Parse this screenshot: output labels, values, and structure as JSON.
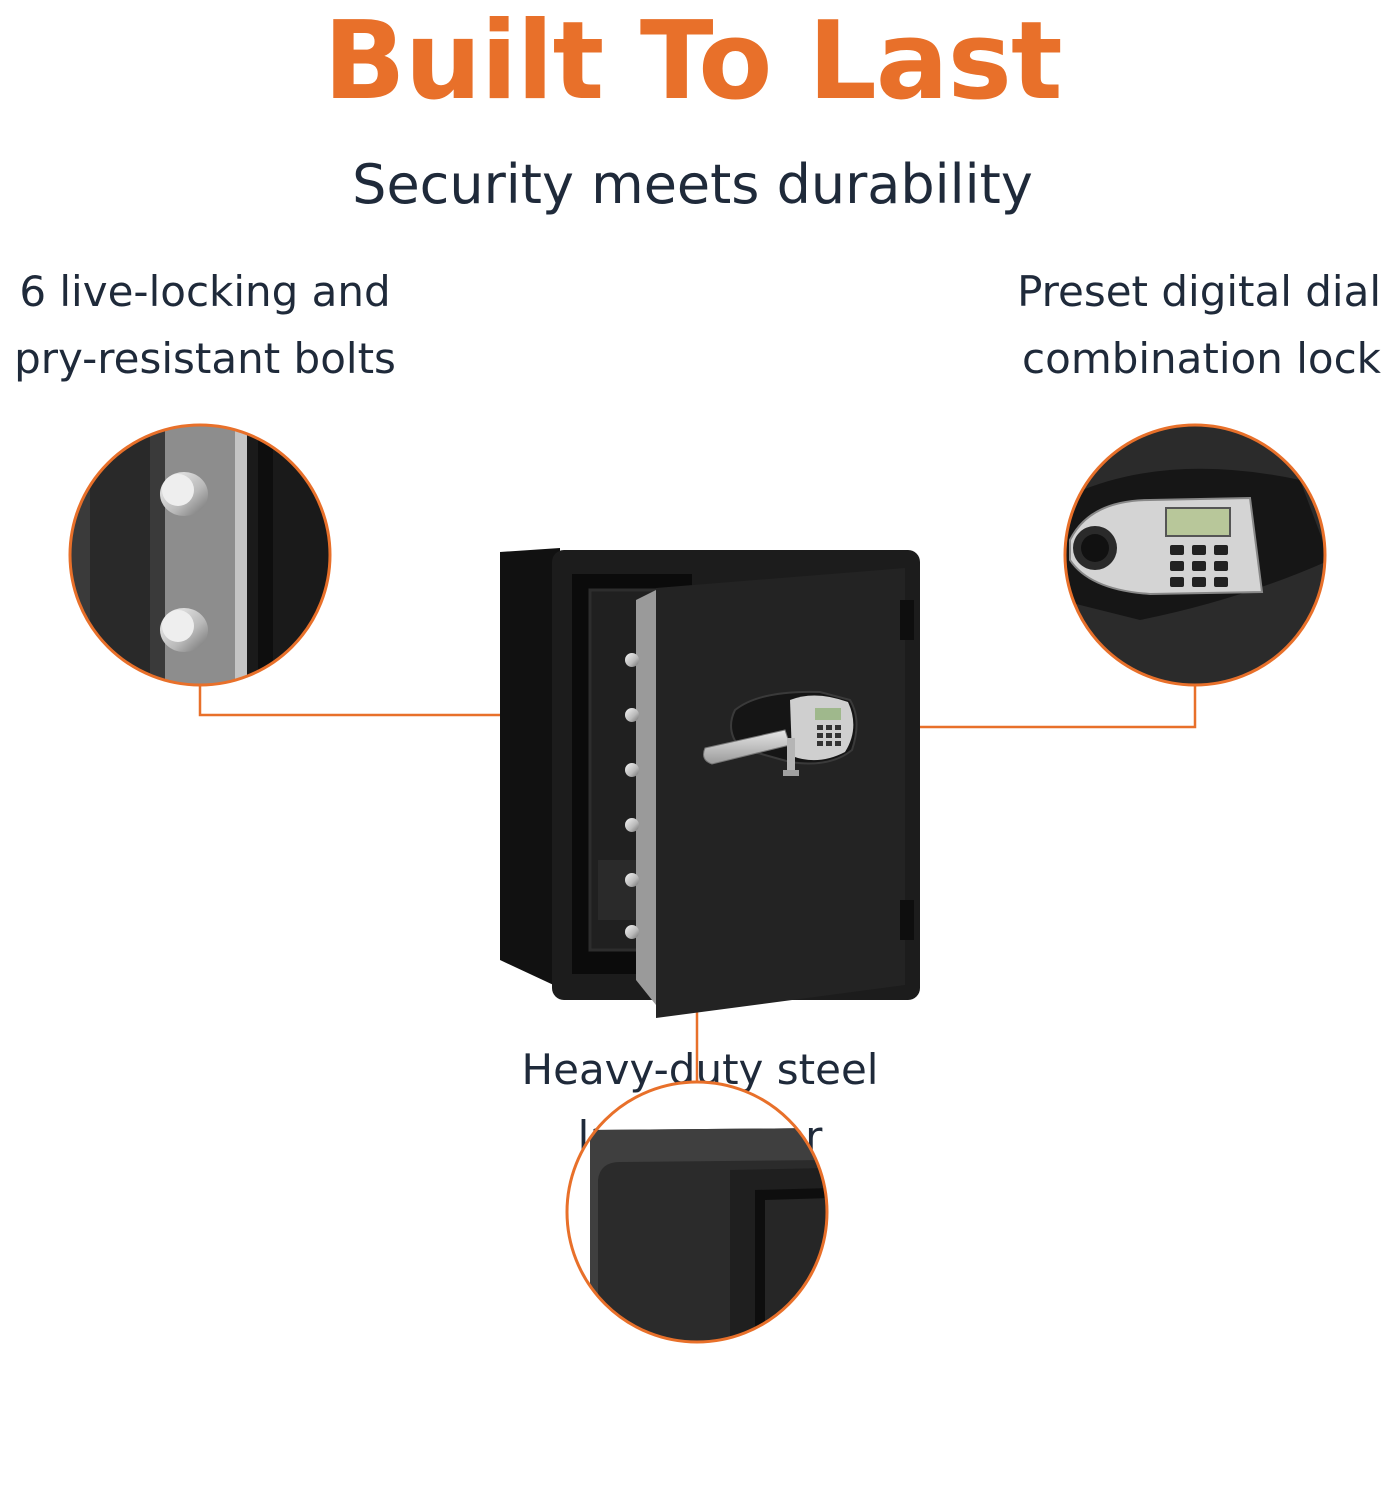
{
  "header": {
    "title": "Built To Last",
    "subtitle": "Security meets durability"
  },
  "callouts": {
    "bolts": {
      "line1": "6 live-locking and",
      "line2": "pry-resistant bolts"
    },
    "lock": {
      "line1": "Preset digital dial",
      "line2": "combination lock"
    },
    "steel": {
      "line1": "Heavy-duty steel",
      "line2": "lasts longer"
    }
  },
  "colors": {
    "accent": "#e8702a",
    "text": "#1f2a3a",
    "safe_body": "#1c1c1c"
  },
  "icons": [
    "safe-illustration",
    "bolts-zoom-icon",
    "keypad-zoom-icon",
    "steel-edge-zoom-icon"
  ]
}
